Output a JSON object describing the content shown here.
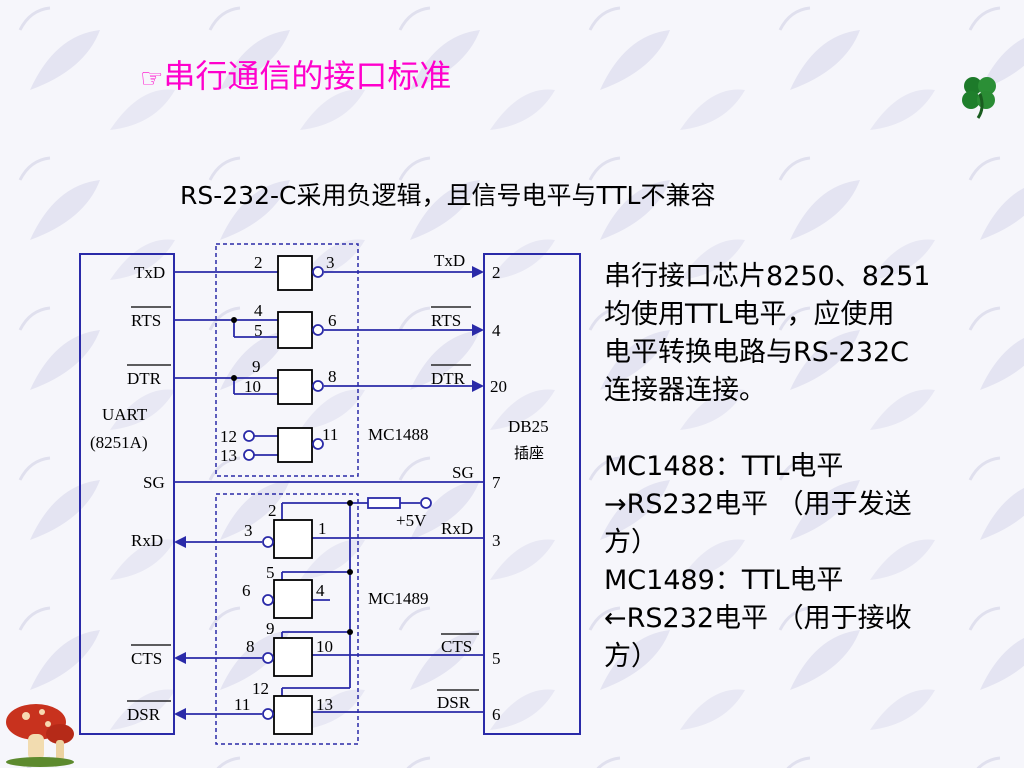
{
  "title": "串行通信的接口标准",
  "subtitle": "RS-232-C采用负逻辑，且信号电平与TTL不兼容",
  "description": [
    "串行接口芯片8250、8251",
    "均使用TTL电平，应使用",
    "电平转换电路与RS-232C",
    "连接器连接。",
    "",
    "MC1488：TTL电平",
    "→RS232电平 （用于发送",
    "方）",
    "MC1489：TTL电平",
    "←RS232电平 （用于接收",
    "方）"
  ],
  "diagram": {
    "uart_label": "UART",
    "uart_model": "(8251A)",
    "db25_label": "DB25",
    "db25_sub": "插座",
    "mc1488": "MC1488",
    "mc1489": "MC1489",
    "plus5v": "+5V",
    "left_signals": {
      "txd": "TxD",
      "rts": "RTS",
      "dtr": "DTR",
      "sg": "SG",
      "rxd": "RxD",
      "cts": "CTS",
      "dsr": "DSR"
    },
    "right_signals": {
      "txd": "TxD",
      "rts": "RTS",
      "dtr": "DTR",
      "sg": "SG",
      "rxd": "RxD",
      "cts": "CTS",
      "dsr": "DSR"
    },
    "db25_pins": {
      "txd": "2",
      "rts": "4",
      "dtr": "20",
      "sg": "7",
      "rxd": "3",
      "cts": "5",
      "dsr": "6"
    },
    "gate_pins": {
      "g1_in": "2",
      "g1_out": "3",
      "g2_in_a": "4",
      "g2_in_b": "5",
      "g2_out": "6",
      "g3_in_a": "9",
      "g3_in_b": "10",
      "g3_out": "8",
      "g4_in_a": "12",
      "g4_in_b": "13",
      "g4_out": "11",
      "r1_in": "1",
      "r1_ctl": "2",
      "r1_out": "3",
      "r2_in": "4",
      "r2_ctl": "5",
      "r2_out": "6",
      "r3_in": "10",
      "r3_ctl": "9",
      "r3_out": "8",
      "r4_in": "13",
      "r4_ctl": "12",
      "r4_out": "11"
    }
  },
  "colors": {
    "title": "#ff00cc",
    "wire": "#2a2aa8",
    "box": "#2a2aa8"
  }
}
